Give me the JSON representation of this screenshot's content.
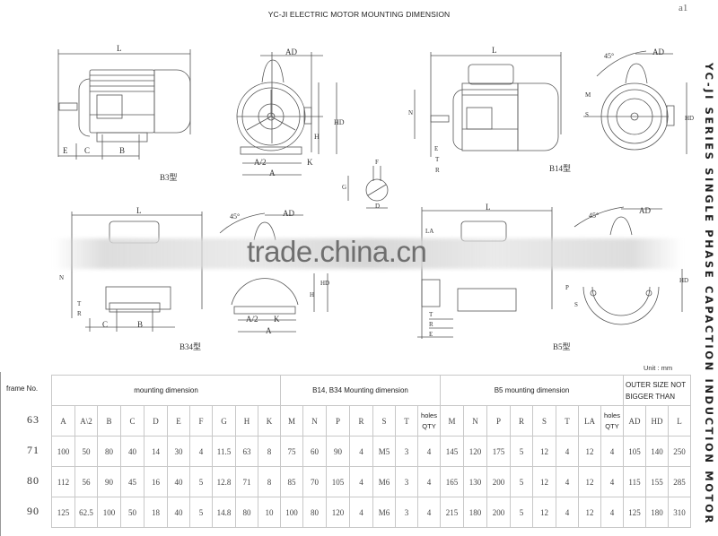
{
  "document": {
    "title": "YC-JI ELECTRIC MOTOR MOUNTING DIMENSION",
    "corner_mark": "a1",
    "side_title": "YC-JI SERIES SINGLE PHASE CAPACTION INDUCTION MOTOR",
    "watermark": "trade.china.cn",
    "unit_label": "Unit : mm"
  },
  "drawings": [
    {
      "id": "b3",
      "label": "B3型",
      "dims": [
        "L",
        "E",
        "C",
        "B"
      ]
    },
    {
      "id": "b3-front",
      "label": "",
      "dims": [
        "AD",
        "HD",
        "H",
        "A/2",
        "A",
        "K"
      ]
    },
    {
      "id": "shaft",
      "label": "",
      "dims": [
        "F",
        "G",
        "D"
      ]
    },
    {
      "id": "b14",
      "label": "B14型",
      "dims": [
        "L",
        "N",
        "E",
        "T",
        "R"
      ]
    },
    {
      "id": "b14-front",
      "label": "",
      "dims": [
        "45°",
        "AD",
        "M",
        "S",
        "HD"
      ]
    },
    {
      "id": "b34",
      "label": "B34型",
      "dims": [
        "L",
        "N",
        "T",
        "R",
        "C",
        "B"
      ]
    },
    {
      "id": "b34-front",
      "label": "",
      "dims": [
        "45°",
        "AD",
        "HD",
        "H",
        "A/2",
        "A",
        "K"
      ]
    },
    {
      "id": "b5",
      "label": "B5型",
      "dims": [
        "L",
        "LA",
        "T",
        "R",
        "E"
      ]
    },
    {
      "id": "b5-front",
      "label": "",
      "dims": [
        "45°",
        "AD",
        "P",
        "S",
        "HD"
      ]
    }
  ],
  "table": {
    "frame_header": "frame No.",
    "groups": [
      {
        "label": "mounting  dimension",
        "span": 10
      },
      {
        "label": "B14, B34 Mounting dimension",
        "span": 7
      },
      {
        "label": "B5 mounting dimension",
        "span": 8
      },
      {
        "label": "OUTER SIZE NOT BIGGER THAN",
        "span": 3
      }
    ],
    "frames": [
      "63",
      "71",
      "80",
      "90"
    ],
    "columns": [
      "A",
      "A\\2",
      "B",
      "C",
      "D",
      "E",
      "F",
      "G",
      "H",
      "K",
      "M",
      "N",
      "P",
      "R",
      "S",
      "T",
      "holes QTY",
      "M",
      "N",
      "P",
      "R",
      "S",
      "T",
      "LA",
      "holes QTY",
      "AD",
      "HD",
      "L"
    ],
    "rows": [
      {
        "frame": "71",
        "values": [
          "100",
          "50",
          "80",
          "40",
          "14",
          "30",
          "4",
          "11.5",
          "63",
          "8",
          "75",
          "60",
          "90",
          "4",
          "M5",
          "3",
          "4",
          "145",
          "120",
          "175",
          "5",
          "12",
          "4",
          "12",
          "4",
          "105",
          "140",
          "250"
        ]
      },
      {
        "frame": "80",
        "values": [
          "112",
          "56",
          "90",
          "45",
          "16",
          "40",
          "5",
          "12.8",
          "71",
          "8",
          "85",
          "70",
          "105",
          "4",
          "M6",
          "3",
          "4",
          "165",
          "130",
          "200",
          "5",
          "12",
          "4",
          "12",
          "4",
          "115",
          "155",
          "285"
        ]
      },
      {
        "frame": "90",
        "values": [
          "125",
          "62.5",
          "100",
          "50",
          "18",
          "40",
          "5",
          "14.8",
          "80",
          "10",
          "100",
          "80",
          "120",
          "4",
          "M6",
          "3",
          "4",
          "215",
          "180",
          "200",
          "5",
          "12",
          "4",
          "12",
          "4",
          "125",
          "180",
          "310"
        ]
      }
    ]
  }
}
